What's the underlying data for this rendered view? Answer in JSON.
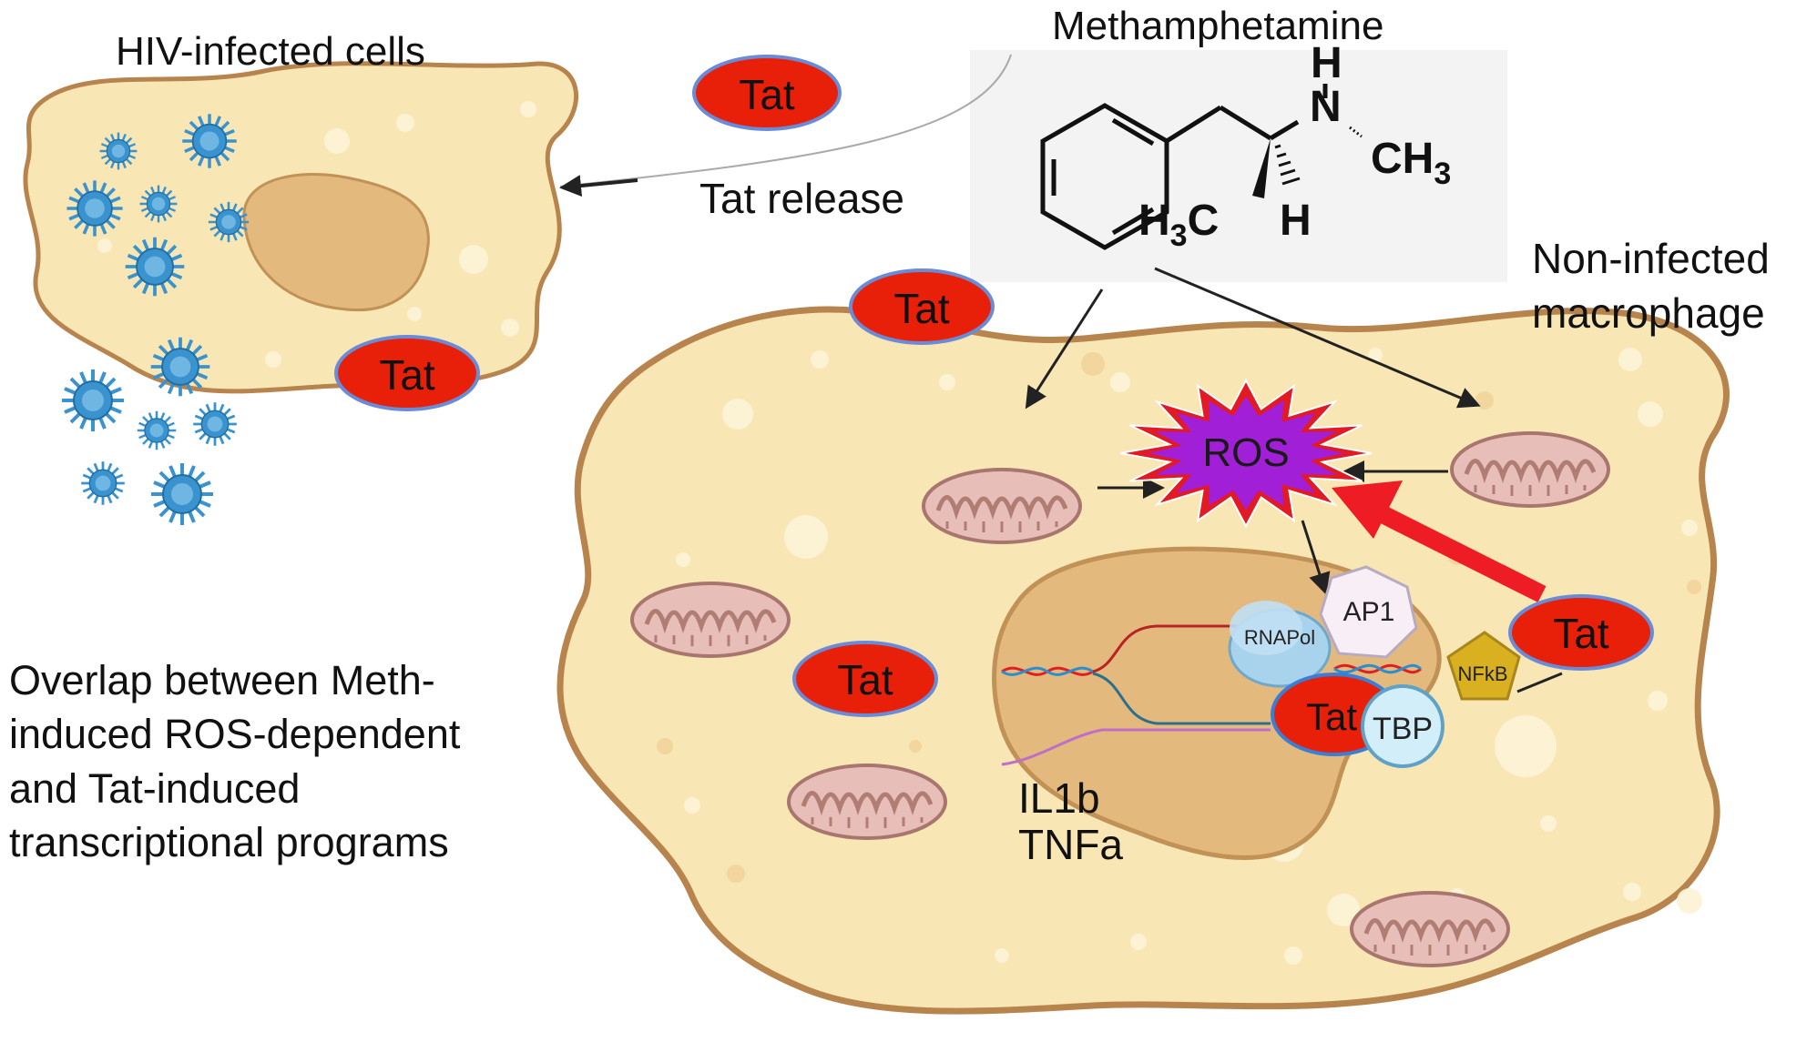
{
  "labels": {
    "hiv_infected_cells": "HIV-infected cells",
    "methamphetamine": "Methamphetamine",
    "tat_release": "Tat release",
    "non_infected_macrophage": [
      "Non-infected",
      "macrophage"
    ],
    "ros": "ROS",
    "ap1": "AP1",
    "rnapol": "RNAPol",
    "nfkb": "NFkB",
    "tbp": "TBP",
    "genes": [
      "IL1b",
      "TNFa"
    ],
    "summary": [
      "Overlap between Meth-",
      "induced ROS-dependent",
      "and Tat-induced",
      "transcriptional programs"
    ]
  },
  "molecule": {
    "n_atom": "N",
    "h_on_n": "H",
    "ch3": "CH",
    "ch3_sub": "3",
    "h3c": "H",
    "h3c_sub": "3",
    "h3c_c": "C",
    "h_bottom": "H"
  },
  "tat": {
    "label": "Tat",
    "label_truncated": "Tat"
  },
  "colors": {
    "cell_fill": "#f8e6b4",
    "cell_stroke": "#b8844e",
    "nucleus_fill": "#e3b97e",
    "tat_fill": "#e8200a",
    "ros_fill": "#a21fd8",
    "ros_star": "#e11a23",
    "virus": "#3a93cf",
    "mito_fill": "#e8bfb8",
    "mito_stroke": "#b07d75",
    "red_arrow": "#ee1c24"
  }
}
